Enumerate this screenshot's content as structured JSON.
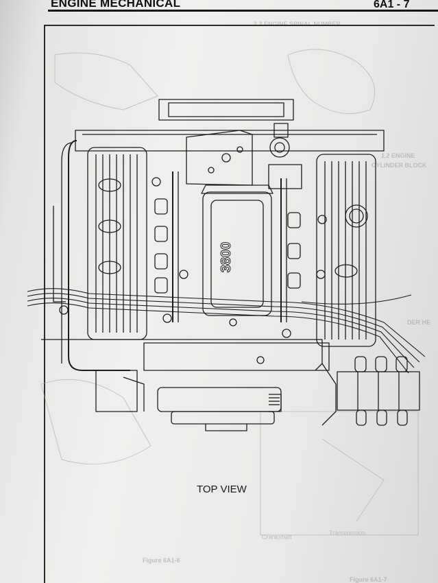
{
  "header": {
    "section_title": "ENGINE MECHANICAL",
    "page_number": "6A1 - 7"
  },
  "figure": {
    "caption": "TOP VIEW",
    "engine_badge": "3800"
  },
  "bleed_through": {
    "text_1": "2.2 ENGINE SPINAL NUMBER",
    "text_2": "1.2 ENGINE",
    "text_3": "CYLINDER BLOCK",
    "text_4": "DER HE",
    "text_5": "Figure 6A1-6",
    "text_6": "Figure 6A1-7",
    "text_7": "Crankshaft",
    "text_8": "Transmission"
  },
  "colors": {
    "ink": "#1c1c1c",
    "paper": "#eceeeb",
    "bleed": "#9aa09c"
  }
}
